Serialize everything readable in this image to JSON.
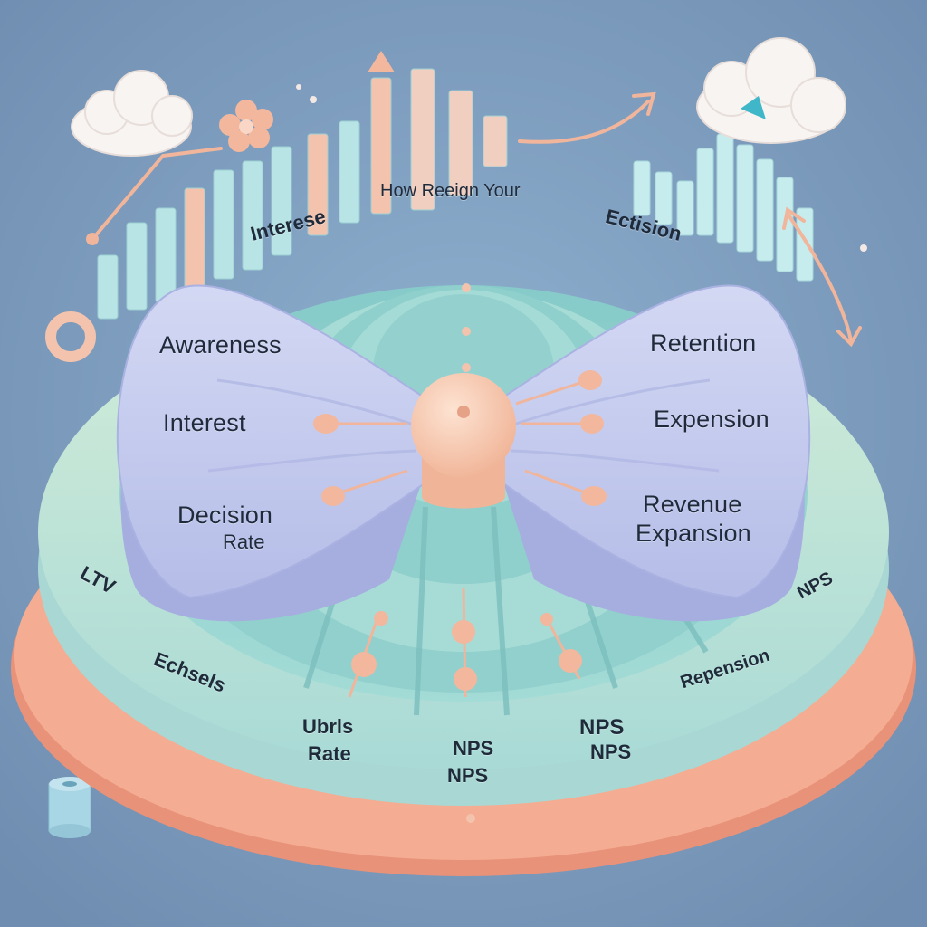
{
  "colors": {
    "background": "#7f9dbd",
    "base_disc": "#f2a488",
    "ring": "#bfe3d9",
    "bow": "#c7cdee",
    "knot": "#f6cdb6",
    "bars_left": "#b8e3e6",
    "bars_right": "#c9ecee",
    "arrows": "#f0b59b"
  },
  "icons": [
    "cloud-icon",
    "flower-icon",
    "arrow-icon",
    "ring-icon",
    "cylinder-icon",
    "bar-chart-icon"
  ],
  "ring_top": {
    "interest": "Interese",
    "title": "How Reeign Your",
    "decision": "Ectision"
  },
  "bow": {
    "left": {
      "awareness": "Awareness",
      "interest": "Interest",
      "decision": "Decision",
      "decision_sub": "Rate"
    },
    "right": {
      "retention": "Retention",
      "expansion": "Expension",
      "revenue": "Revenue",
      "revenue_sub": "Expansion"
    }
  },
  "ring_bottom": {
    "ltv": "LTV",
    "echsels": "Echsels",
    "ubrls": "Ubrls",
    "rate": "Rate",
    "nps_a_top": "NPS",
    "nps_a_bottom": "NPS",
    "nps_b_top": "NPS",
    "nps_b_bottom": "NPS",
    "repension": "Repension",
    "nps_right": "NPS"
  }
}
